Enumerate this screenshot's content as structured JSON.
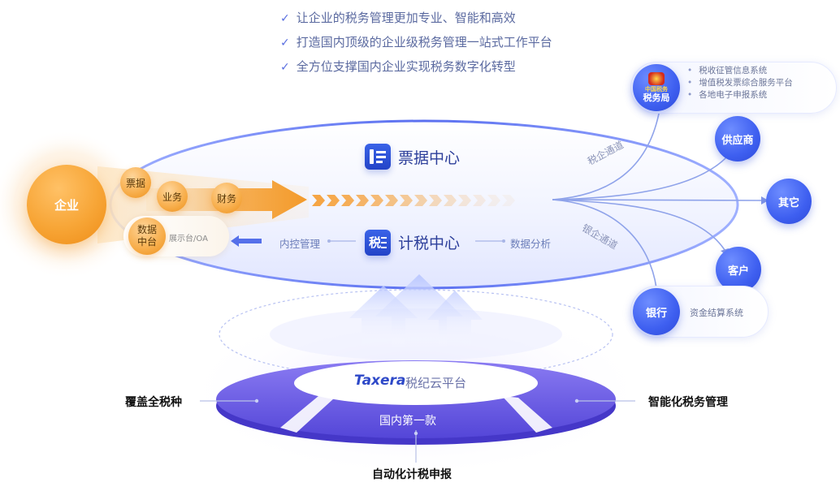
{
  "headline": {
    "items": [
      "让企业的税务管理更加专业、智能和高效",
      "打造国内顶级的企业级税务管理一站式工作平台",
      "全方位支撑国内企业实现税务数字化转型"
    ]
  },
  "enterprise": {
    "label": "企业",
    "inputs": [
      "票据",
      "业务",
      "财务"
    ],
    "data_platform": "数据\n中台",
    "data_platform_line1": "数据",
    "data_platform_line2": "中台",
    "display_label": "展示台/OA"
  },
  "centers": {
    "invoice": "票据中心",
    "tax": "计税中心",
    "internal_control": "内控管理",
    "data_analysis": "数据分析"
  },
  "channels": {
    "tax_enterprise": "税企通道",
    "bank_enterprise": "银企通道"
  },
  "targets": {
    "tax_bureau": {
      "label": "税务局",
      "emblem_text": "中国税务",
      "systems": [
        "税收征管信息系统",
        "增值税发票综合服务平台",
        "各地电子申报系统"
      ]
    },
    "supplier": "供应商",
    "other": "其它",
    "customer": "客户",
    "bank": {
      "label": "银行",
      "systems": [
        "资金结算系统"
      ]
    }
  },
  "platform": {
    "brand": "Taxera",
    "name": "税纪云平台",
    "tagline": "国内第一款"
  },
  "features": {
    "left": "覆盖全税种",
    "right": "智能化税务管理",
    "bottom": "自动化计税申报"
  },
  "colors": {
    "primary_blue": "#3e5ff0",
    "orange": "#f7a536",
    "platform_purple": "#6b5ce6"
  }
}
